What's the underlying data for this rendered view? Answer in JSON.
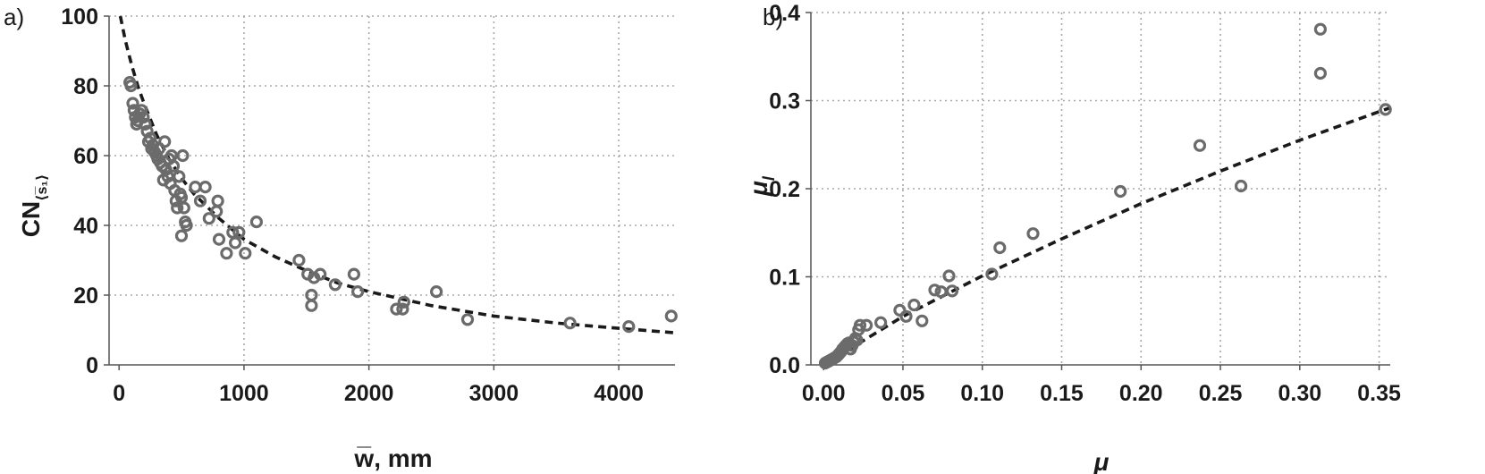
{
  "chart_data": [
    {
      "panel_label": "a)",
      "type": "scatter",
      "xlabel": "w̅, mm",
      "ylabel": "CN",
      "ylabel_subscript": "⟨s̅₁⟩",
      "xlim": [
        -80,
        4450
      ],
      "ylim": [
        0,
        100
      ],
      "xticks": [
        0,
        1000,
        2000,
        3000,
        4000
      ],
      "yticks": [
        0,
        20,
        40,
        60,
        80,
        100
      ],
      "grid": true,
      "marker_color": "#6b6b6b",
      "fit_color": "#1a1a1a",
      "points": [
        [
          85,
          81
        ],
        [
          95,
          80
        ],
        [
          110,
          75
        ],
        [
          120,
          73
        ],
        [
          130,
          71
        ],
        [
          140,
          69
        ],
        [
          150,
          70
        ],
        [
          165,
          72
        ],
        [
          180,
          73
        ],
        [
          195,
          71
        ],
        [
          210,
          69
        ],
        [
          225,
          67
        ],
        [
          235,
          64
        ],
        [
          250,
          65
        ],
        [
          260,
          62
        ],
        [
          270,
          63
        ],
        [
          285,
          61
        ],
        [
          300,
          60
        ],
        [
          310,
          59
        ],
        [
          320,
          62
        ],
        [
          330,
          58
        ],
        [
          345,
          57
        ],
        [
          355,
          53
        ],
        [
          365,
          64
        ],
        [
          375,
          56
        ],
        [
          390,
          54
        ],
        [
          400,
          59
        ],
        [
          410,
          52
        ],
        [
          420,
          60
        ],
        [
          435,
          57
        ],
        [
          445,
          50
        ],
        [
          455,
          47
        ],
        [
          465,
          45
        ],
        [
          480,
          54
        ],
        [
          490,
          49
        ],
        [
          500,
          48
        ],
        [
          510,
          60
        ],
        [
          520,
          45
        ],
        [
          530,
          41
        ],
        [
          540,
          40
        ],
        [
          500,
          37
        ],
        [
          610,
          51
        ],
        [
          650,
          47
        ],
        [
          690,
          51
        ],
        [
          720,
          42
        ],
        [
          780,
          44
        ],
        [
          790,
          47
        ],
        [
          800,
          36
        ],
        [
          860,
          32
        ],
        [
          910,
          38
        ],
        [
          930,
          35
        ],
        [
          960,
          38
        ],
        [
          1010,
          32
        ],
        [
          1100,
          41
        ],
        [
          1440,
          30
        ],
        [
          1510,
          26
        ],
        [
          1540,
          20
        ],
        [
          1540,
          17
        ],
        [
          1560,
          25
        ],
        [
          1610,
          26
        ],
        [
          1730,
          23
        ],
        [
          1880,
          26
        ],
        [
          1910,
          21
        ],
        [
          2220,
          16
        ],
        [
          2270,
          16
        ],
        [
          2280,
          18
        ],
        [
          2540,
          21
        ],
        [
          2790,
          13
        ],
        [
          3610,
          12
        ],
        [
          4080,
          11
        ],
        [
          4420,
          14
        ]
      ],
      "fit_curve": [
        [
          10,
          100
        ],
        [
          50,
          93
        ],
        [
          100,
          86
        ],
        [
          150,
          80
        ],
        [
          200,
          75
        ],
        [
          300,
          66
        ],
        [
          400,
          59
        ],
        [
          500,
          53.5
        ],
        [
          600,
          49
        ],
        [
          800,
          42
        ],
        [
          1000,
          36
        ],
        [
          1250,
          31
        ],
        [
          1500,
          27
        ],
        [
          1750,
          23.5
        ],
        [
          2000,
          21
        ],
        [
          2500,
          17
        ],
        [
          3000,
          14
        ],
        [
          3500,
          12
        ],
        [
          4000,
          10.5
        ],
        [
          4450,
          9.2
        ]
      ]
    },
    {
      "panel_label": "b)",
      "type": "scatter",
      "xlabel": "μ",
      "ylabel": "μ",
      "ylabel_subscript": "l",
      "xlim": [
        -0.008,
        0.357
      ],
      "ylim": [
        0,
        0.4
      ],
      "xticks": [
        "0.00",
        "0.05",
        "0.10",
        "0.15",
        "0.20",
        "0.25",
        "0.30",
        "0.35"
      ],
      "yticks": [
        "0.0",
        "0.1",
        "0.2",
        "0.3",
        "0.4"
      ],
      "grid": true,
      "marker_color": "#6b6b6b",
      "fit_color": "#1a1a1a",
      "points": [
        [
          0.001,
          0.002
        ],
        [
          0.002,
          0.003
        ],
        [
          0.003,
          0.004
        ],
        [
          0.004,
          0.005
        ],
        [
          0.005,
          0.006
        ],
        [
          0.006,
          0.007
        ],
        [
          0.007,
          0.008
        ],
        [
          0.008,
          0.009
        ],
        [
          0.009,
          0.011
        ],
        [
          0.01,
          0.013
        ],
        [
          0.011,
          0.015
        ],
        [
          0.012,
          0.018
        ],
        [
          0.013,
          0.02
        ],
        [
          0.014,
          0.022
        ],
        [
          0.015,
          0.024
        ],
        [
          0.016,
          0.025
        ],
        [
          0.017,
          0.018
        ],
        [
          0.018,
          0.022
        ],
        [
          0.019,
          0.026
        ],
        [
          0.02,
          0.03
        ],
        [
          0.021,
          0.028
        ],
        [
          0.022,
          0.04
        ],
        [
          0.023,
          0.045
        ],
        [
          0.027,
          0.045
        ],
        [
          0.036,
          0.048
        ],
        [
          0.048,
          0.062
        ],
        [
          0.052,
          0.055
        ],
        [
          0.057,
          0.068
        ],
        [
          0.062,
          0.05
        ],
        [
          0.07,
          0.085
        ],
        [
          0.074,
          0.083
        ],
        [
          0.079,
          0.101
        ],
        [
          0.081,
          0.084
        ],
        [
          0.106,
          0.103
        ],
        [
          0.111,
          0.133
        ],
        [
          0.132,
          0.149
        ],
        [
          0.187,
          0.197
        ],
        [
          0.237,
          0.249
        ],
        [
          0.263,
          0.203
        ],
        [
          0.313,
          0.381
        ],
        [
          0.313,
          0.331
        ],
        [
          0.354,
          0.29
        ]
      ],
      "fit_curve": [
        [
          0.0,
          0.0
        ],
        [
          0.05,
          0.055
        ],
        [
          0.1,
          0.101
        ],
        [
          0.15,
          0.143
        ],
        [
          0.2,
          0.183
        ],
        [
          0.25,
          0.22
        ],
        [
          0.3,
          0.255
        ],
        [
          0.357,
          0.292
        ]
      ]
    }
  ]
}
